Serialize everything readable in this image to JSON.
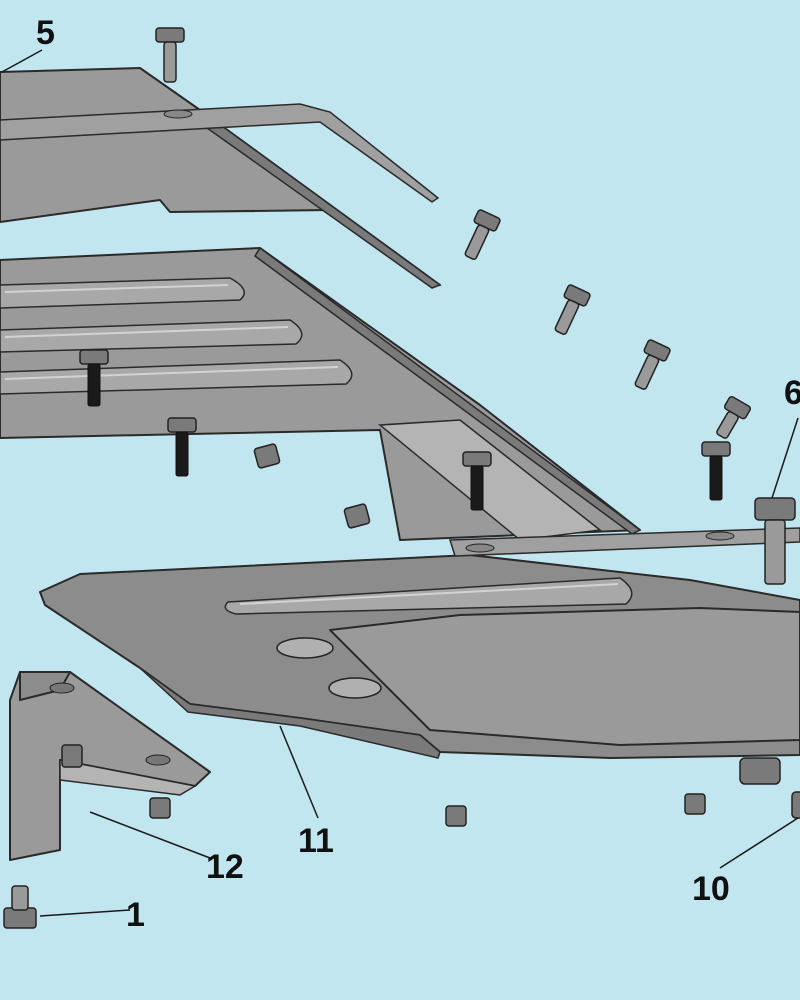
{
  "diagram": {
    "callouts": {
      "c1": "1",
      "c5": "5",
      "c6": "6",
      "c10": "10",
      "c11": "11",
      "c12": "12"
    },
    "colors": {
      "background": "#c2e6f0",
      "plate": "#9a9a9a",
      "outline": "#2a2a2a"
    }
  }
}
